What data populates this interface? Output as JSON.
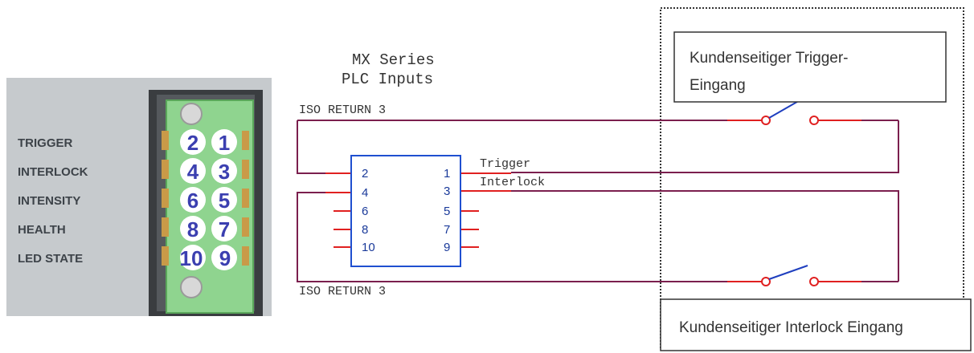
{
  "title_line1": "MX Series",
  "title_line2": "PLC Inputs",
  "iso_return_top": "ISO RETURN 3",
  "iso_return_bottom": "ISO RETURN 3",
  "connector_labels": [
    "TRIGGER",
    "INTERLOCK",
    "INTENSITY",
    "HEALTH",
    "LED STATE"
  ],
  "connector_pins": [
    [
      "2",
      "1"
    ],
    [
      "4",
      "3"
    ],
    [
      "6",
      "5"
    ],
    [
      "8",
      "7"
    ],
    [
      "10",
      "9"
    ]
  ],
  "block_left_pins": [
    "2",
    "4",
    "6",
    "8",
    "10"
  ],
  "block_right_pins": [
    "1",
    "3",
    "5",
    "7",
    "9"
  ],
  "signal_trigger": "Trigger",
  "signal_interlock": "Interlock",
  "trigger_box_line1": "Kundenseitiger Trigger-",
  "trigger_box_line2": "Eingang",
  "interlock_box": "Kundenseitiger Interlock Eingang",
  "colors": {
    "wire": "#7b1f4e",
    "stub": "#e02020",
    "switch": "#1f3fbf",
    "block": "#1f4fd0",
    "pin_text": "#1a3a9a",
    "terminal": "#7fcf80"
  }
}
